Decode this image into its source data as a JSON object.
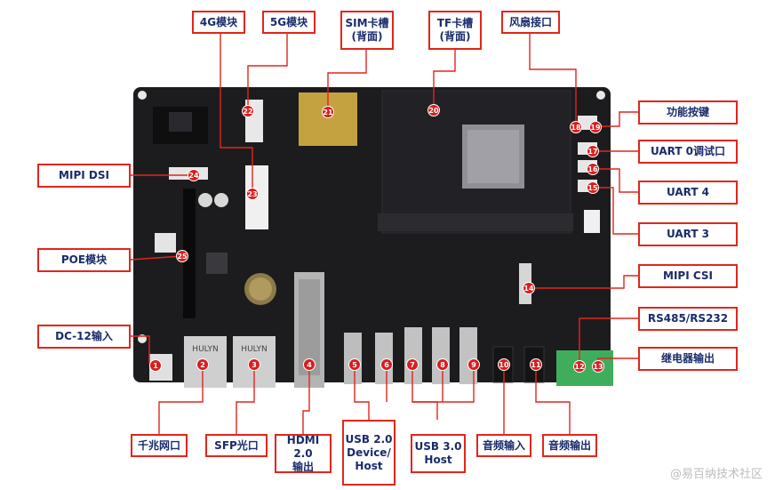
{
  "labels": {
    "l4g": "4G模块",
    "l5g": "5G模块",
    "sim": "SIM卡槽\n(背面)",
    "tf": "TF卡槽\n(背面)",
    "fan": "风扇接口",
    "func": "功能按键",
    "uart0": "UART 0调试口",
    "uart4": "UART 4",
    "uart3": "UART 3",
    "mipicsi": "MIPI CSI",
    "rs485": "RS485/RS232",
    "relay": "继电器输出",
    "mipidsi": "MIPI DSI",
    "poe": "POE模块",
    "dc12": "DC-12输入",
    "gbe": "千兆网口",
    "sfp": "SFP光口",
    "hdmi": "HDMI 2.0\n输出",
    "usb2": "USB 2.0\nDevice/\nHost",
    "usb3": "USB 3.0\nHost",
    "audin": "音频输入",
    "audout": "音频输出"
  },
  "markers": [
    "1",
    "2",
    "3",
    "4",
    "5",
    "6",
    "7",
    "8",
    "9",
    "10",
    "11",
    "12",
    "13",
    "14",
    "15",
    "16",
    "17",
    "18",
    "19",
    "20",
    "21",
    "22",
    "23",
    "24",
    "25"
  ],
  "board_text": {
    "rj45_a": "HULYN",
    "rj45_b": "HULYN"
  },
  "watermark": "@易百纳技术社区",
  "colors": {
    "accent": "#e1261c",
    "label_text": "#1a2b6b",
    "marker": "#d81e1e",
    "board": "#1c1c1e"
  }
}
